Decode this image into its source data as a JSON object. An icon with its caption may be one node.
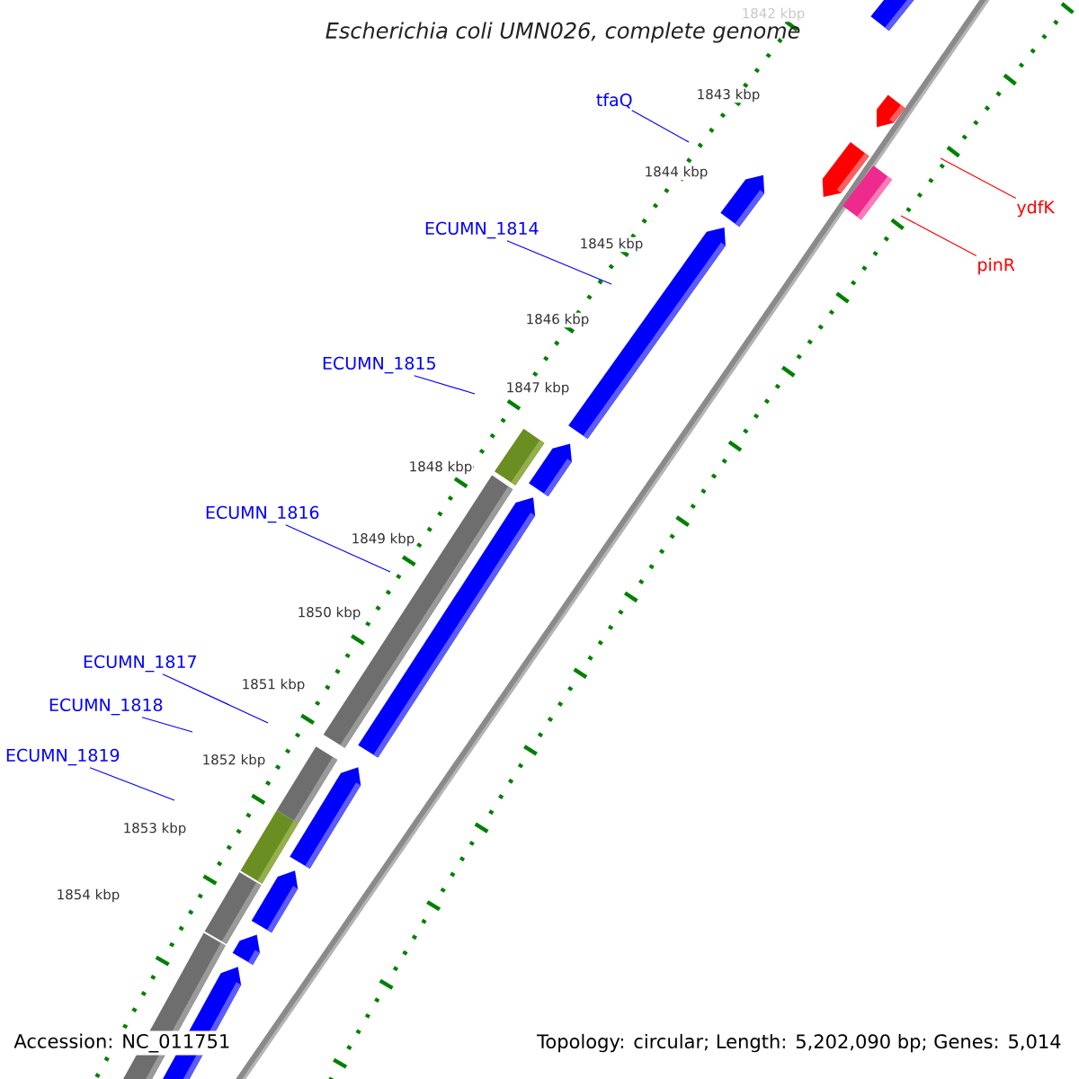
{
  "diagram": {
    "title": "Escherichia coli UMN026, complete genome",
    "nodes": [
      {
        "text": [
          "tfaQ"
        ]
      },
      {
        "text": [
          "ECUMN_1814"
        ]
      },
      {
        "text": [
          "ECUMN_1815"
        ]
      },
      {
        "text": [
          "ECUMN_1816"
        ]
      },
      {
        "text": [
          "ECUMN_1817"
        ]
      },
      {
        "text": [
          "ECUMN_1818"
        ]
      },
      {
        "text": [
          "ECUMN_1819"
        ]
      },
      {
        "text": [
          "ydfK"
        ]
      },
      {
        "text": [
          "pinR"
        ]
      }
    ],
    "edges": [
      {
        "from": 0,
        "to": null,
        "arrow": "none"
      },
      {
        "from": 1,
        "to": null,
        "arrow": "none"
      },
      {
        "from": 2,
        "to": null,
        "arrow": "none"
      },
      {
        "from": 3,
        "to": null,
        "arrow": "none"
      },
      {
        "from": 4,
        "to": null,
        "arrow": "none"
      },
      {
        "from": 5,
        "to": null,
        "arrow": "none"
      },
      {
        "from": 6,
        "to": null,
        "arrow": "none"
      },
      {
        "from": 7,
        "to": null,
        "arrow": "none",
        "color": "#ff0000"
      },
      {
        "from": 8,
        "to": null,
        "arrow": "none",
        "color": "#ff0000"
      }
    ],
    "labels": [
      "1842 kbp",
      "1843 kbp",
      "1844 kbp",
      "1845 kbp",
      "1846 kbp",
      "1847 kbp",
      "1848 kbp",
      "1849 kbp",
      "1850 kbp",
      "1851 kbp",
      "1852 kbp",
      "1853 kbp",
      "1854 kbp",
      "Accession: NC_011751",
      "Topology: circular; Length: 5,202,090 bp; Genes: 5,014"
    ]
  }
}
